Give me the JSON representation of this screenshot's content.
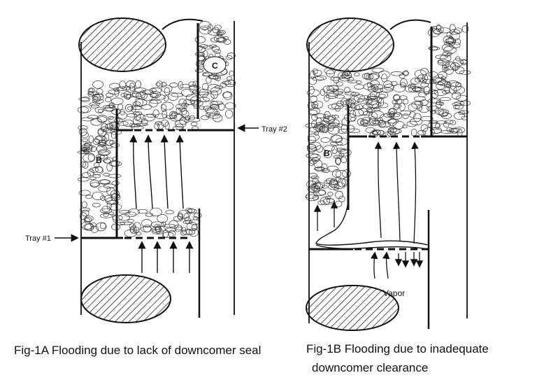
{
  "colors": {
    "line": "#111111",
    "paper": "#ffffff",
    "hatch": "#222222"
  },
  "figures": [
    {
      "id": "fig-1a",
      "caption": "Fig-1A Flooding due to lack of downcomer seal",
      "labels": {
        "zone_b": "B",
        "zone_c": "C",
        "tray2": "Tray #2",
        "tray1": "Tray #1"
      }
    },
    {
      "id": "fig-1b",
      "caption_line1": "Fig-1B Flooding due to inadequate",
      "caption_line2": "downcomer  clearance",
      "labels": {
        "zone_b": "B",
        "vapor": "Vapor"
      }
    }
  ]
}
